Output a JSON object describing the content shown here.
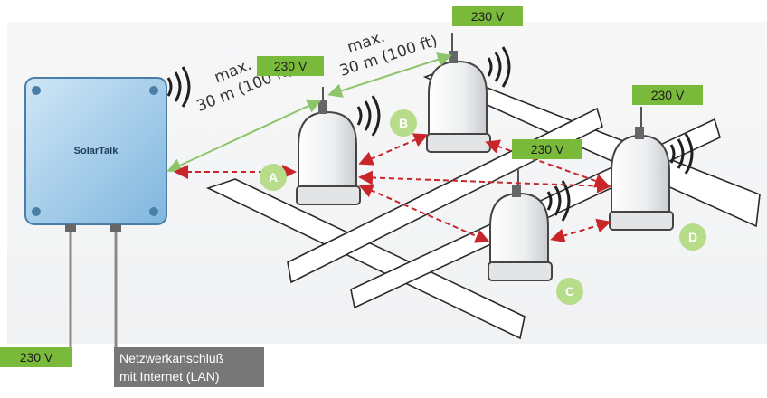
{
  "power_labels": {
    "top": "230 V",
    "node_a": "230 V",
    "node_d": "230 V",
    "node_c": "230 V",
    "gateway": "230 V"
  },
  "lan_label": {
    "line1": "Netzwerkanschluß",
    "line2": "mit Internet (LAN)"
  },
  "range_labels": {
    "left_line1": "max.",
    "left_line2": "30 m (100 ft)",
    "right_line1": "max.",
    "right_line2": "30 m (100 ft)"
  },
  "nodes": {
    "a": "A",
    "b": "B",
    "c": "C",
    "d": "D"
  },
  "gateway_brand": "SolarTalk",
  "colors": {
    "power_green": "#7aba3a",
    "node_green": "#b7dc8a",
    "link_red": "#c8262b",
    "range_green": "#8cc56a",
    "gateway_blue": "#8fc2e6",
    "lan_gray": "#777777"
  }
}
